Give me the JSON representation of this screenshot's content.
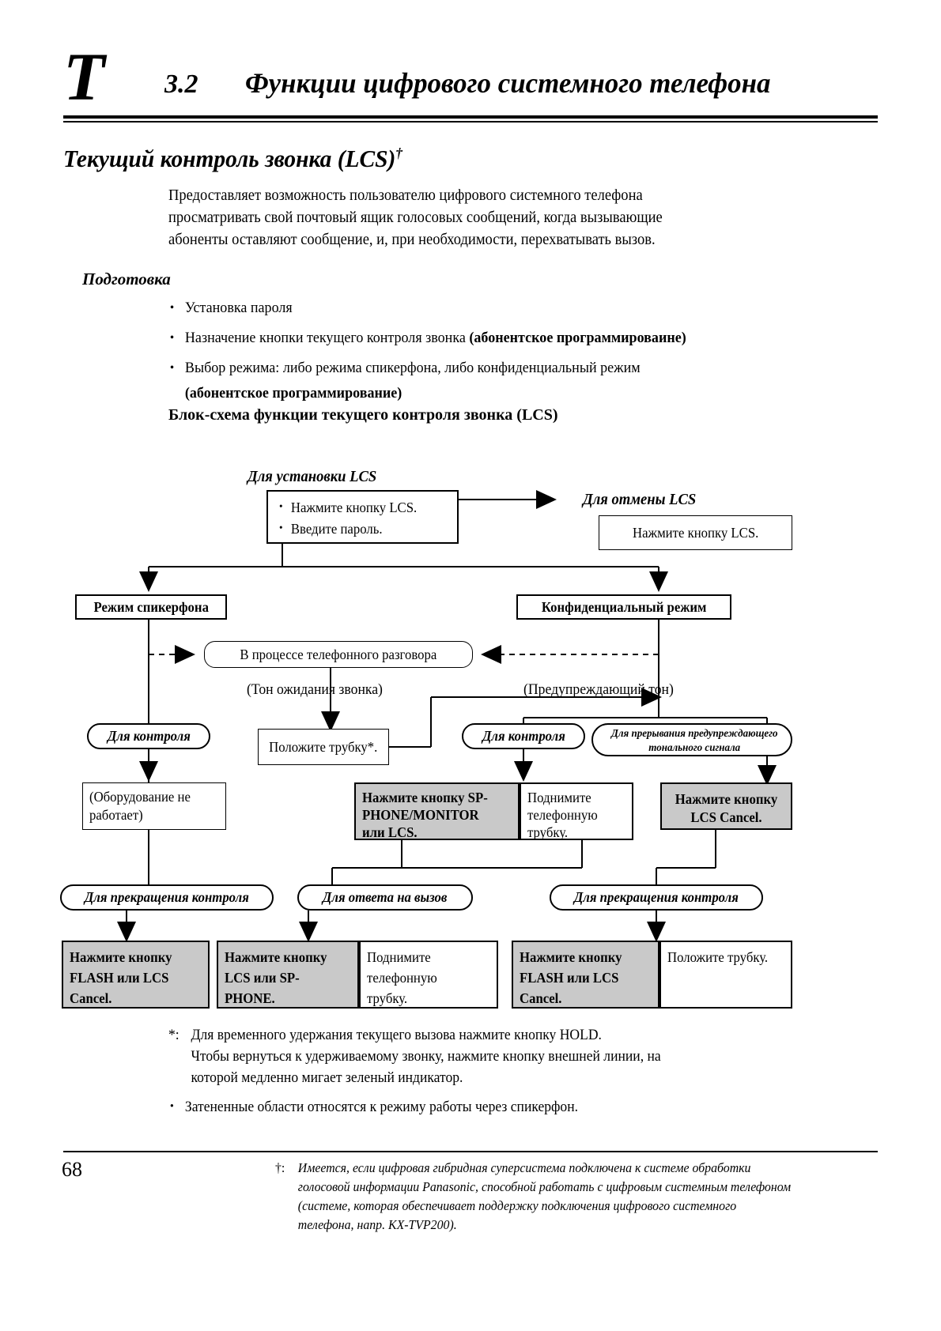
{
  "header": {
    "drop_cap": "T",
    "section_number": "3.2",
    "section_title": "Функции цифрового системного телефона"
  },
  "feature": {
    "title": "Текущий контроль звонка (LCS)",
    "title_dagger": "†",
    "intro_lines": [
      "Предоставляет возможность пользователю цифрового системного телефона",
      "просматривать свой почтовый ящик голосовых сообщений, когда вызывающие",
      "абоненты оставляют сообщение, и, при необходимости, перехватывать вызов."
    ]
  },
  "preparation": {
    "heading": "Подготовка",
    "items": [
      {
        "text": "Установка пароля",
        "bold_tail": "",
        "second_line": ""
      },
      {
        "text": "Назначение кнопки текущего контроля звонка ",
        "bold_tail": "(абонентское программироваине)",
        "second_line": ""
      },
      {
        "text": "Выбор режима: либо режима спикерфона, либо конфиденциальный режим",
        "bold_tail": "",
        "second_line": "(абонентское программирование)"
      }
    ]
  },
  "diagram": {
    "heading": "Блок-схема функции текущего контроля звонка (LCS)",
    "label_set_lcs": "Для установки LCS",
    "label_cancel_lcs": "Для отмены LCS",
    "box_set": {
      "line1": "Нажмите кнопку LCS.",
      "line2": "Введите пароль."
    },
    "box_cancel": "Нажмите кнопку LCS.",
    "mode_speakerphone": "Режим спикерфона",
    "mode_private": "Конфиденциальный режим",
    "oval_in_conversation": "В процессе телефонного разговора",
    "tone_waiting": "(Тон ожидания звонка)",
    "tone_warning": "(Предупреждающий тон)",
    "oval_monitor_left": "Для контроля",
    "oval_monitor_right": "Для контроля",
    "oval_interrupt_tone_l1": "Для прерывания предупреждающего",
    "oval_interrupt_tone_l2": "тонального сигнала",
    "box_hangup": "Положите трубку*.",
    "box_not_working_l1": "(Оборудование не",
    "box_not_working_l2": "работает)",
    "box_sp_phone_monitor_l1": "Нажмите кнопку SP-",
    "box_sp_phone_monitor_l2": "PHONE/MONITOR",
    "box_sp_phone_monitor_l3": "или LCS.",
    "box_lift_handset_l1": "Поднимите",
    "box_lift_handset_l2": "телефонную",
    "box_lift_handset_l3": "трубку.",
    "box_lcs_cancel_l1": "Нажмите кнопку",
    "box_lcs_cancel_l2": "LCS Cancel.",
    "oval_stop_monitor_left": "Для прекращения контроля",
    "oval_answer_call": "Для ответа на вызов",
    "oval_stop_monitor_right": "Для прекращения контроля",
    "box_flash_lcs_left_l1": "Нажмите кнопку",
    "box_flash_lcs_left_l2": "FLASH или LCS",
    "box_flash_lcs_left_l3": "Cancel.",
    "box_lcs_sp_l1": "Нажмите кнопку",
    "box_lcs_sp_l2": "LCS или SP-",
    "box_lcs_sp_l3": "PHONE.",
    "box_lift2_l1": "Поднимите",
    "box_lift2_l2": "телефонную",
    "box_lift2_l3": "трубку.",
    "box_flash_lcs_right_l1": "Нажмите кнопку",
    "box_flash_lcs_right_l2": "FLASH или LCS",
    "box_flash_lcs_right_l3": "Cancel.",
    "box_hangup2": "Положите трубку."
  },
  "footnotes": {
    "star_mark": "*:",
    "star_line1": "Для временного удержания текущего вызова нажмите кнопку HOLD.",
    "star_line2": "Чтобы вернуться к удерживаемому звонку, нажмите кнопку внешней линии, на",
    "star_line3": "которой медленно мигает зеленый индикатор.",
    "bullet": "Затененные области относятся к режиму работы через спикерфон."
  },
  "footer": {
    "page_number": "68",
    "dagger_mark": "†:",
    "dagger_line1": "Имеется, если цифровая гибридная суперсистема подключена к системе обработки",
    "dagger_line2": "голосовой информации Panasonic, способной работать с цифровым системным телефоном",
    "dagger_line3": "(системе, которая обеспечивает поддержку подключения цифрового системного",
    "dagger_line4": "телефона, напр. KX-TVP200)."
  },
  "colors": {
    "shade": "#c9c9c9",
    "line": "#000000",
    "paper": "#ffffff"
  }
}
